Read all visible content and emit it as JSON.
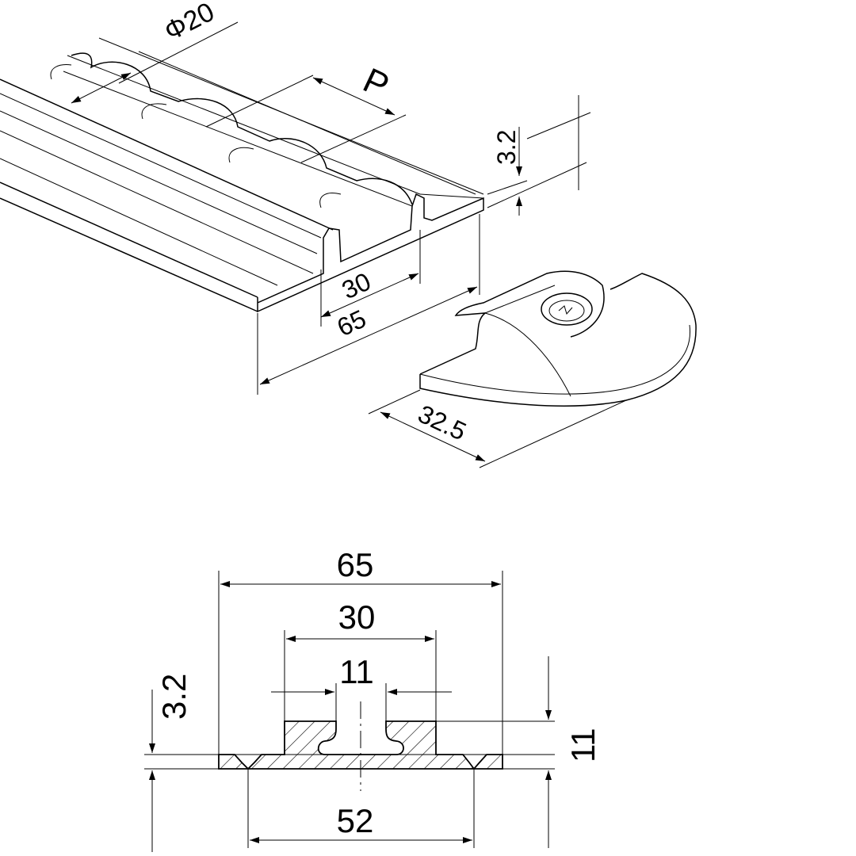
{
  "iso_view": {
    "diameter_label": "Φ20",
    "pitch_label": "P",
    "thickness_label": "3.2",
    "inner_width_label": "30",
    "outer_width_label": "65",
    "fitting_width_label": "32.5"
  },
  "section_view": {
    "outer_width_label": "65",
    "inner_width_label": "30",
    "slot_width_label": "11",
    "thickness_label": "3.2",
    "height_label": "11",
    "base_width_label": "52"
  },
  "colors": {
    "line": "#000000",
    "background": "#ffffff"
  }
}
